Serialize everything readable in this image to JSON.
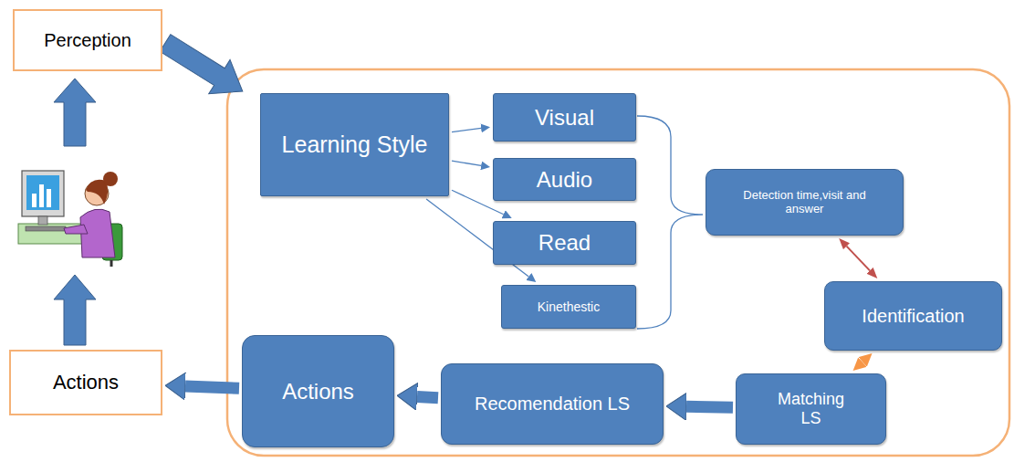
{
  "diagram": {
    "nodes": [
      {
        "text": [
          "Perception"
        ]
      },
      {
        "text": [
          "Learning Style"
        ]
      },
      {
        "text": [
          "Visual"
        ]
      },
      {
        "text": [
          "Audio"
        ]
      },
      {
        "text": [
          "Read"
        ]
      },
      {
        "text": [
          "Kinethestic"
        ]
      },
      {
        "text": [
          "Detection time,visit and answer"
        ]
      },
      {
        "text": [
          "Identification"
        ]
      },
      {
        "text": [
          "Matching LS"
        ]
      },
      {
        "text": [
          "Recomendation LS"
        ]
      },
      {
        "text": [
          "Actions"
        ]
      },
      {
        "text": [
          "Actions"
        ]
      }
    ],
    "edges": [
      {
        "from": 1,
        "to": 2,
        "arrow": "to"
      },
      {
        "from": 1,
        "to": 3,
        "arrow": "to"
      },
      {
        "from": 1,
        "to": 4,
        "arrow": "to"
      },
      {
        "from": 1,
        "to": 5,
        "arrow": "to"
      },
      {
        "from": 6,
        "to": 7,
        "arrow": "both"
      },
      {
        "from": 7,
        "to": 8,
        "arrow": "both"
      },
      {
        "from": 8,
        "to": 9,
        "arrow": "to"
      },
      {
        "from": 9,
        "to": 10,
        "arrow": "to"
      },
      {
        "from": 10,
        "to": 11,
        "arrow": "to"
      }
    ]
  }
}
